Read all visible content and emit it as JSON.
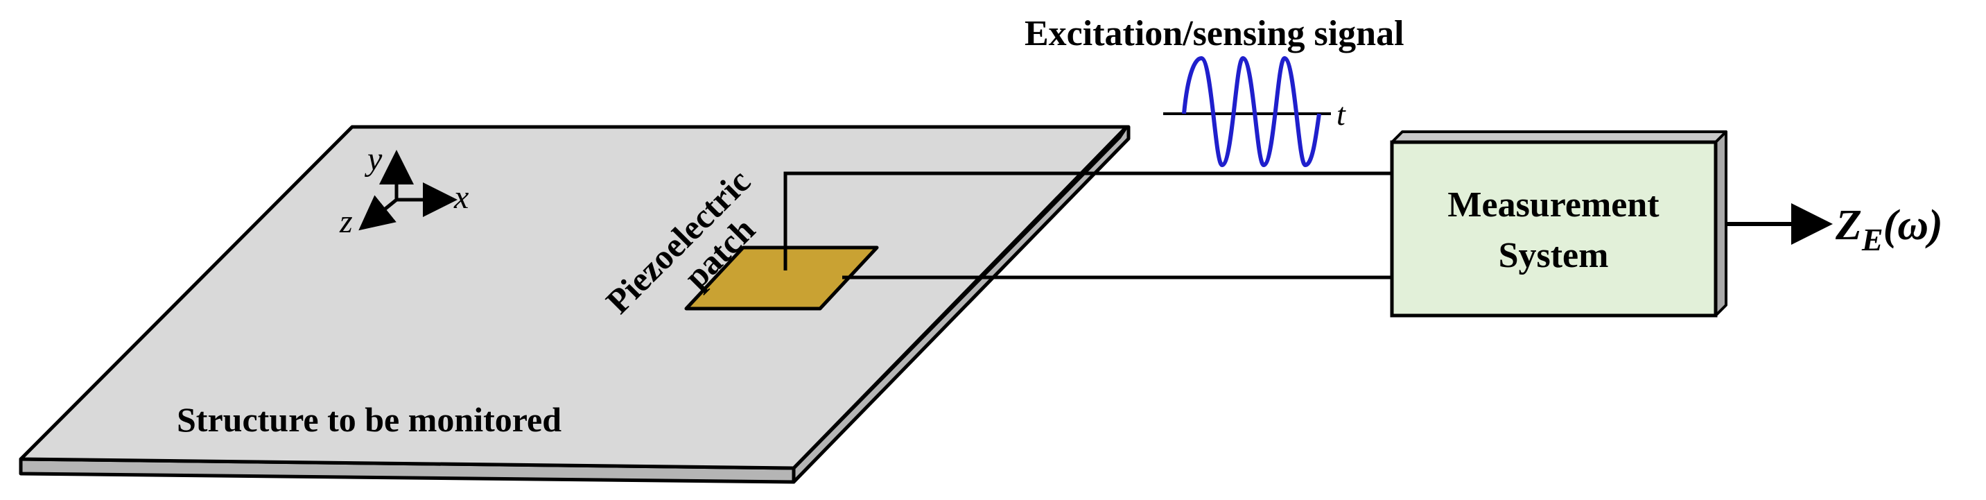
{
  "title": "Excitation/sensing signal",
  "signal_axis_label": "t",
  "structure_label": "Structure to be monitored",
  "patch_label_line1": "Piezoelectric",
  "patch_label_line2": "patch",
  "axes": {
    "x": "x",
    "y": "y",
    "z": "z"
  },
  "measurement_system": {
    "line1": "Measurement",
    "line2": "System"
  },
  "output": {
    "symbol": "Z",
    "subscript": "E",
    "argument": "(ω)"
  },
  "colors": {
    "plate_top": "#d9d9d9",
    "plate_side": "#b5b5b5",
    "patch": "#c9a233",
    "box_fill": "#e2f0d9",
    "box_side": "#a9a9a9",
    "signal_wave": "#1f1fcc",
    "lines": "#000000"
  },
  "icons": {
    "axes": "coordinate-axes-icon",
    "wave": "sine-wave-icon",
    "arrow": "output-arrow-icon"
  }
}
